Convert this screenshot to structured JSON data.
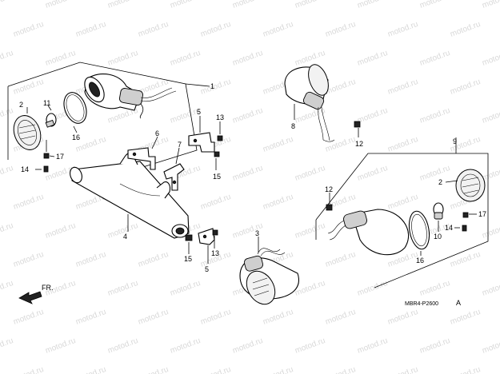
{
  "watermark": "motod.ru",
  "diagram_code": "MBR4-P2600",
  "diagram_variant": "A",
  "direction_label": "FR.",
  "callouts": {
    "c1": "1",
    "c2a": "2",
    "c11": "11",
    "c16a": "16",
    "c17a": "17",
    "c14a": "14",
    "c5a": "5",
    "c13a": "13",
    "c6": "6",
    "c7": "7",
    "c15a": "15",
    "c4": "4",
    "c15b": "15",
    "c13b": "13",
    "c5b": "5",
    "c3": "3",
    "c8": "8",
    "c12a": "12",
    "c9": "9",
    "c2b": "2",
    "c12b": "12",
    "c17b": "17",
    "c14b": "14",
    "c10": "10",
    "c16b": "16"
  }
}
